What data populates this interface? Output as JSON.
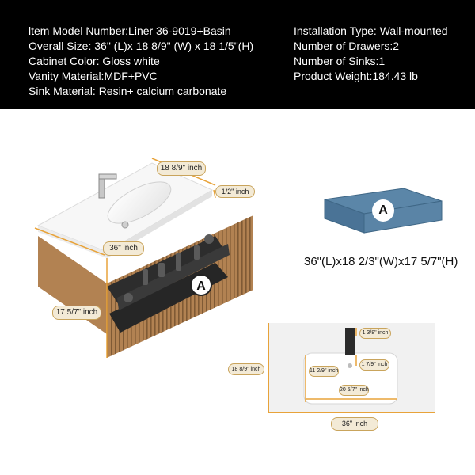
{
  "specs": {
    "left": [
      "ltem Model Number:Liner 36-9019+Basin",
      "Overall Size: 36\" (L)x 18 8/9\" (W) x 18 1/5\"(H)",
      "Cabinet Color: Gloss white",
      "Vanity Material:MDF+PVC",
      "Sink Material: Resin+ calcium carbonate"
    ],
    "right": [
      "Installation Type: Wall-mounted",
      "Number of Drawers:2",
      "Number of Sinks:1",
      "Product Weight:184.43 lb"
    ]
  },
  "vanity": {
    "depth_label": "18 8/9\" inch",
    "thickness_label": "1/2\" inch",
    "length_label": "36\" inch",
    "height_label": "17 5/7\" inch",
    "badge": "A"
  },
  "block": {
    "badge": "A",
    "caption": "36\"(L)x18 2/3\"(W)x17 5/7\"(H)",
    "top_color": "#5b86a8",
    "side_color": "#4a7396"
  },
  "top_view": {
    "depth_label": "18 8/9\" inch",
    "faucet_label": "1 3/8\" inch",
    "basin_depth_label": "11 2/9\" inch",
    "basin_offset_label": "1 7/9\" inch",
    "basin_width_label": "20 5/7\" inch",
    "length_label": "36\" inch"
  },
  "colors": {
    "accent": "#e8a33a",
    "wood": "#b28252",
    "pill_bg": "#f3ead6"
  }
}
